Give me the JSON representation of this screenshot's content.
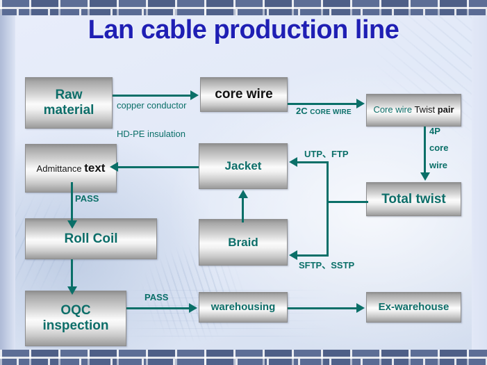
{
  "slide": {
    "title": "Lan cable production line",
    "title_color": "#1f1fb4",
    "accent_color": "#0a6f68",
    "box_text_color": "#0d6e69"
  },
  "boxes": {
    "raw_material": "Raw material",
    "core_wire": "core wire",
    "twist_pair_a": "Core wire",
    "twist_pair_b": "Twist",
    "twist_pair_c": "pair",
    "total_twist": "Total twist",
    "admittance_a": "Admittance",
    "admittance_b": "text",
    "jacket": "Jacket",
    "roll_coil": "Roll Coil",
    "braid": "Braid",
    "oqc_line1": "OQC",
    "oqc_line2": "inspection",
    "warehousing": "warehousing",
    "ex_warehouse": "Ex-warehouse"
  },
  "edge_labels": {
    "copper_conductor": "copper conductor",
    "hdpe_insulation": "HD-PE insulation",
    "twoc_big": "2C",
    "twoc_small": "CORE WIRE",
    "fourp_1": "4P",
    "fourp_2": "core",
    "fourp_3": "wire",
    "utp_ftp": "UTP、FTP",
    "sftp_sstp": "SFTP、SSTP",
    "pass_admittance": "PASS",
    "pass_oqc": "PASS"
  }
}
